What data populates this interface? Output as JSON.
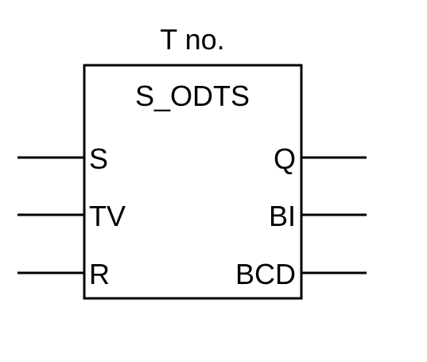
{
  "block": {
    "instance_label": "T no.",
    "type_name": "S_ODTS",
    "inputs": [
      "S",
      "TV",
      "R"
    ],
    "outputs": [
      "Q",
      "BI",
      "BCD"
    ]
  },
  "colors": {
    "line": "#000000",
    "background": "#ffffff"
  }
}
